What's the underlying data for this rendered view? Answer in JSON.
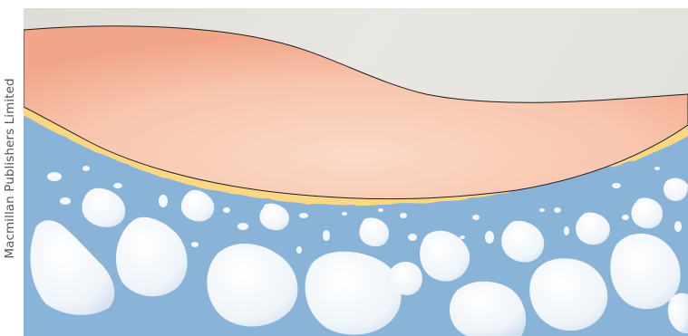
{
  "credit": {
    "text": "Macmillan Publishers Limited"
  },
  "layers": [
    {
      "name": "upper-background",
      "color": "#e4e3dd"
    },
    {
      "name": "pink-tissue",
      "color": "#f8c2a9"
    },
    {
      "name": "yellow-layer",
      "color": "#fbd784"
    },
    {
      "name": "blue-bone",
      "color": "#89b4d8"
    },
    {
      "name": "pale-cavities",
      "color": "#e9f1f7"
    }
  ],
  "border_color": "#1c1c1c"
}
